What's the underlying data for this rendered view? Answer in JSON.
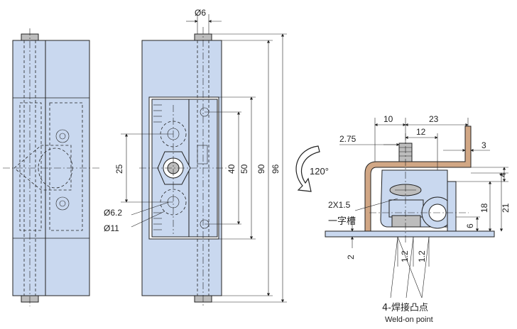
{
  "dimensions": {
    "pin_dia": "Ø6",
    "hole_small": "Ø6.2",
    "hole_large": "Ø11",
    "h_25": "25",
    "h_40": "40",
    "h_50": "50",
    "h_90": "90",
    "h_96": "96",
    "angle": "120°",
    "w_10": "10",
    "w_23": "23",
    "w_12": "12",
    "w_2_75": "2.75",
    "w_3": "3",
    "h_4": "4",
    "h_18": "18",
    "h_21": "21",
    "h_6": "6",
    "h_2": "2",
    "p_1_2a": "1.2",
    "p_1_2b": "1.2"
  },
  "labels": {
    "slot_size": "2X1.5",
    "slot_name": "一字槽",
    "weld_cn": "4-焊接凸点",
    "weld_en": "Weld-on point"
  },
  "colors": {
    "plate": "#c9d8ef",
    "bronze": "#d1a785",
    "grey": "#bdbdbd"
  }
}
